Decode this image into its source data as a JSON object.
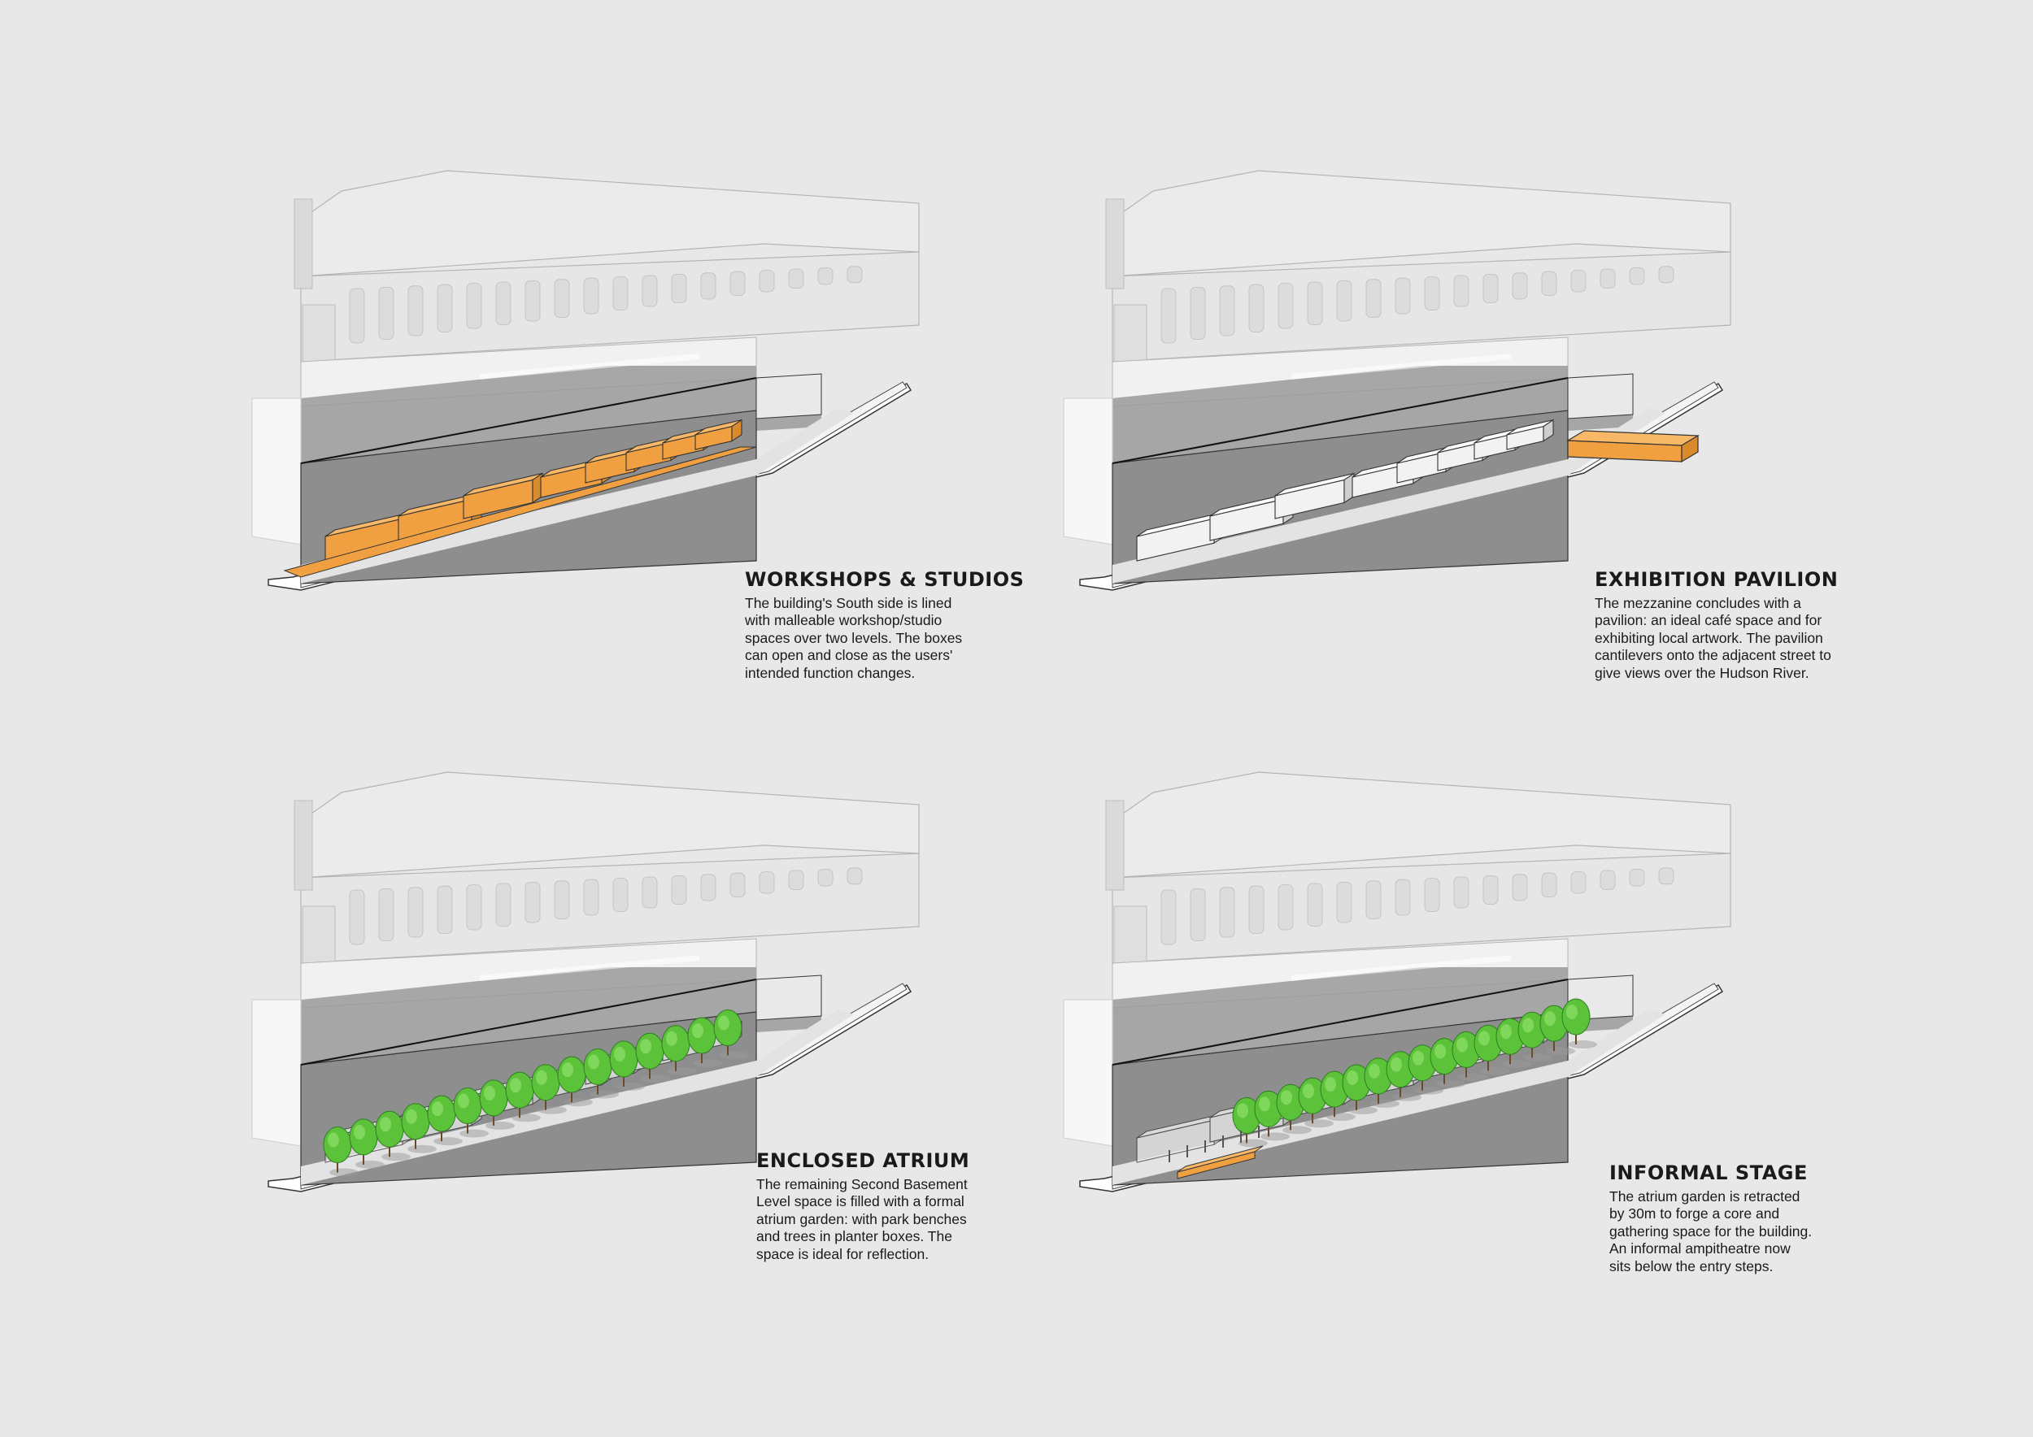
{
  "panels": [
    {
      "title": "WORKSHOPS & STUDIOS",
      "description": "The building's South side is lined\nwith malleable workshop/studio\nspaces over two levels. The boxes\ncan open and close as the users'\nintended function changes.",
      "highlight": "workshop-boxes"
    },
    {
      "title": "EXHIBITION PAVILION",
      "description": "The mezzanine concludes with a\npavilion: an ideal café space and for\nexhibiting local artwork. The pavilion\ncantilevers onto the adjacent street to\ngive views over the Hudson River.",
      "highlight": "pavilion"
    },
    {
      "title": "ENCLOSED ATRIUM",
      "description": "The remaining Second Basement\nLevel space is filled with a formal\natrium garden: with park benches\nand trees in planter boxes. The\nspace is ideal for reflection.",
      "highlight": "trees"
    },
    {
      "title": "INFORMAL STAGE",
      "description": "The atrium garden is retracted\nby 30m to forge a core and\ngathering space for the building.\nAn informal ampitheatre now\nsits below the entry steps.",
      "highlight": "stage"
    }
  ],
  "colors": {
    "background": "#e8e8e8",
    "accent_orange": "#f0a040",
    "tree_green": "#5cc23a",
    "shadow_grey": "#9a9a9a",
    "building_grey": "#dcdcdc"
  }
}
